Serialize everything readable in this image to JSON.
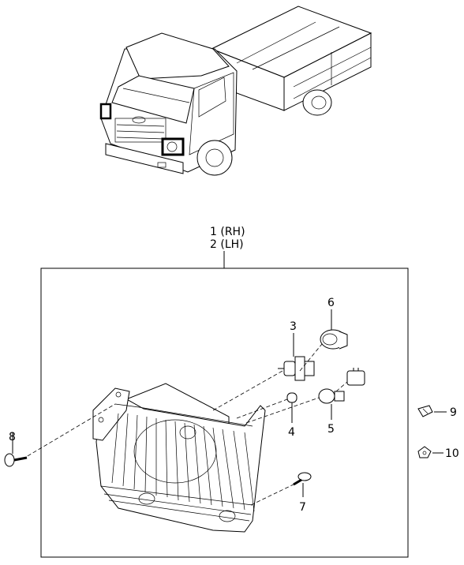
{
  "assembly": {
    "label_rh": "1 (RH)",
    "label_lh": "2 (LH)"
  },
  "parts": [
    {
      "key": "p3",
      "number": "3"
    },
    {
      "key": "p4",
      "number": "4"
    },
    {
      "key": "p5",
      "number": "5"
    },
    {
      "key": "p6",
      "number": "6"
    },
    {
      "key": "p7",
      "number": "7"
    },
    {
      "key": "p8",
      "number": "8"
    },
    {
      "key": "p9",
      "number": "9"
    },
    {
      "key": "p10",
      "number": "10"
    }
  ]
}
